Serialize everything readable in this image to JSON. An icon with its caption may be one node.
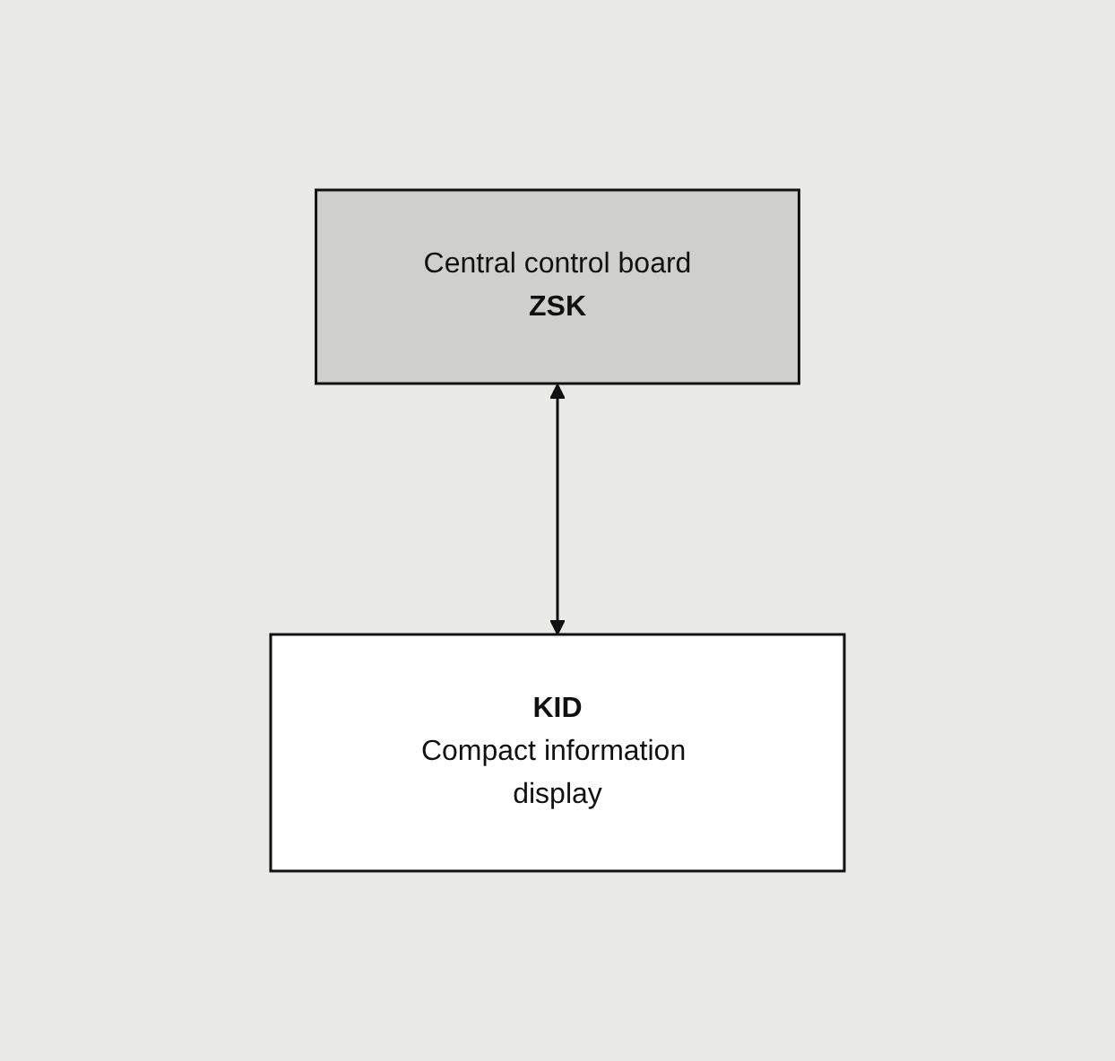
{
  "diagram": {
    "nodes": [
      {
        "text": [
          "Central control board",
          "ZSK"
        ]
      },
      {
        "text": [
          "KID",
          "Compact information display"
        ]
      }
    ],
    "edges": [
      {
        "from": 0,
        "to": 1,
        "arrow": "both"
      }
    ]
  }
}
